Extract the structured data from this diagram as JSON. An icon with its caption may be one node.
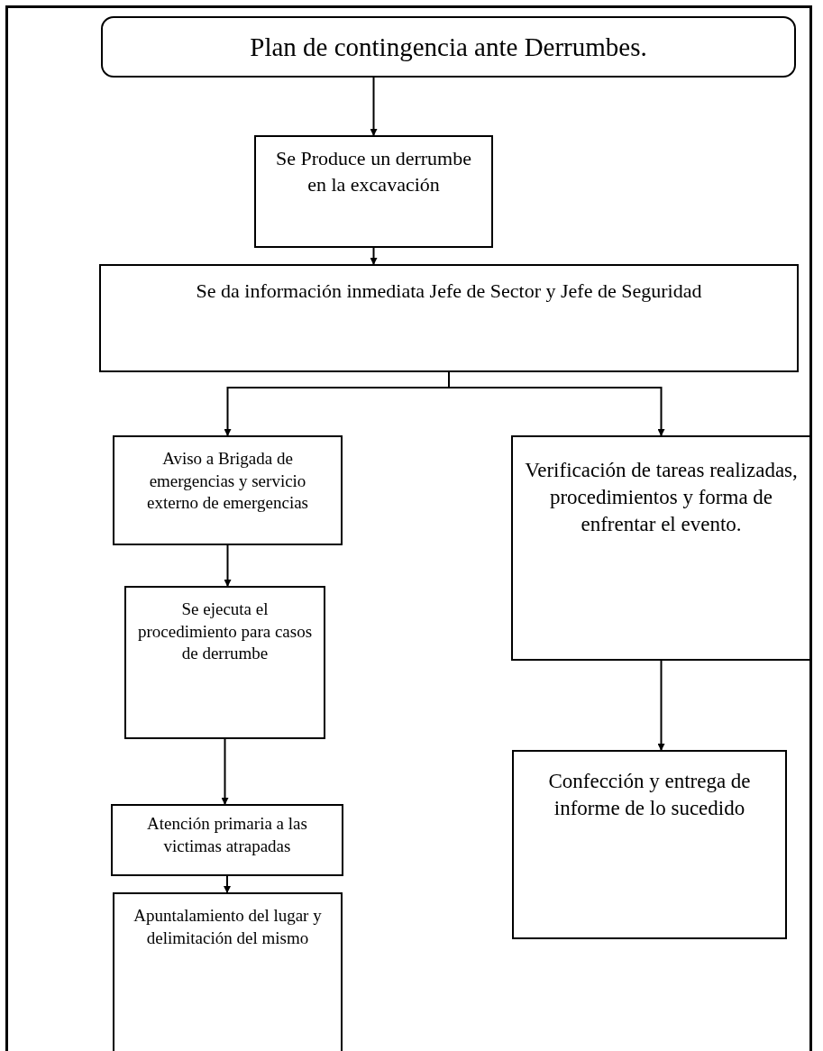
{
  "diagram": {
    "title": "Plan de contingencia ante Derrumbes.",
    "nodes": [
      {
        "text": [
          "Se Produce un derrumbe en la excavación"
        ]
      },
      {
        "text": [
          "Se da información inmediata Jefe de Sector y Jefe de Seguridad"
        ]
      },
      {
        "text": [
          "Aviso a Brigada de emergencias y servicio externo de emergencias"
        ]
      },
      {
        "text": [
          "Verificación de tareas realizadas, procedimientos y forma de enfrentar el evento."
        ]
      },
      {
        "text": [
          "Se ejecuta el procedimiento para casos de derrumbe"
        ]
      },
      {
        "text": [
          "Atención primaria a las victimas atrapadas"
        ]
      },
      {
        "text": [
          "Apuntalamiento del lugar y delimitación del mismo"
        ]
      },
      {
        "text": [
          "Confección y entrega de informe de lo sucedido"
        ]
      }
    ],
    "edges": [
      {
        "from": null,
        "to": 0,
        "arrow": "to"
      },
      {
        "from": 0,
        "to": 1,
        "arrow": "to"
      },
      {
        "from": 1,
        "to": 2,
        "arrow": "to"
      },
      {
        "from": 1,
        "to": 3,
        "arrow": "to"
      },
      {
        "from": 2,
        "to": 4,
        "arrow": "to"
      },
      {
        "from": 4,
        "to": 5,
        "arrow": "to"
      },
      {
        "from": 5,
        "to": 6,
        "arrow": "to"
      },
      {
        "from": 3,
        "to": 7,
        "arrow": "to"
      }
    ]
  }
}
